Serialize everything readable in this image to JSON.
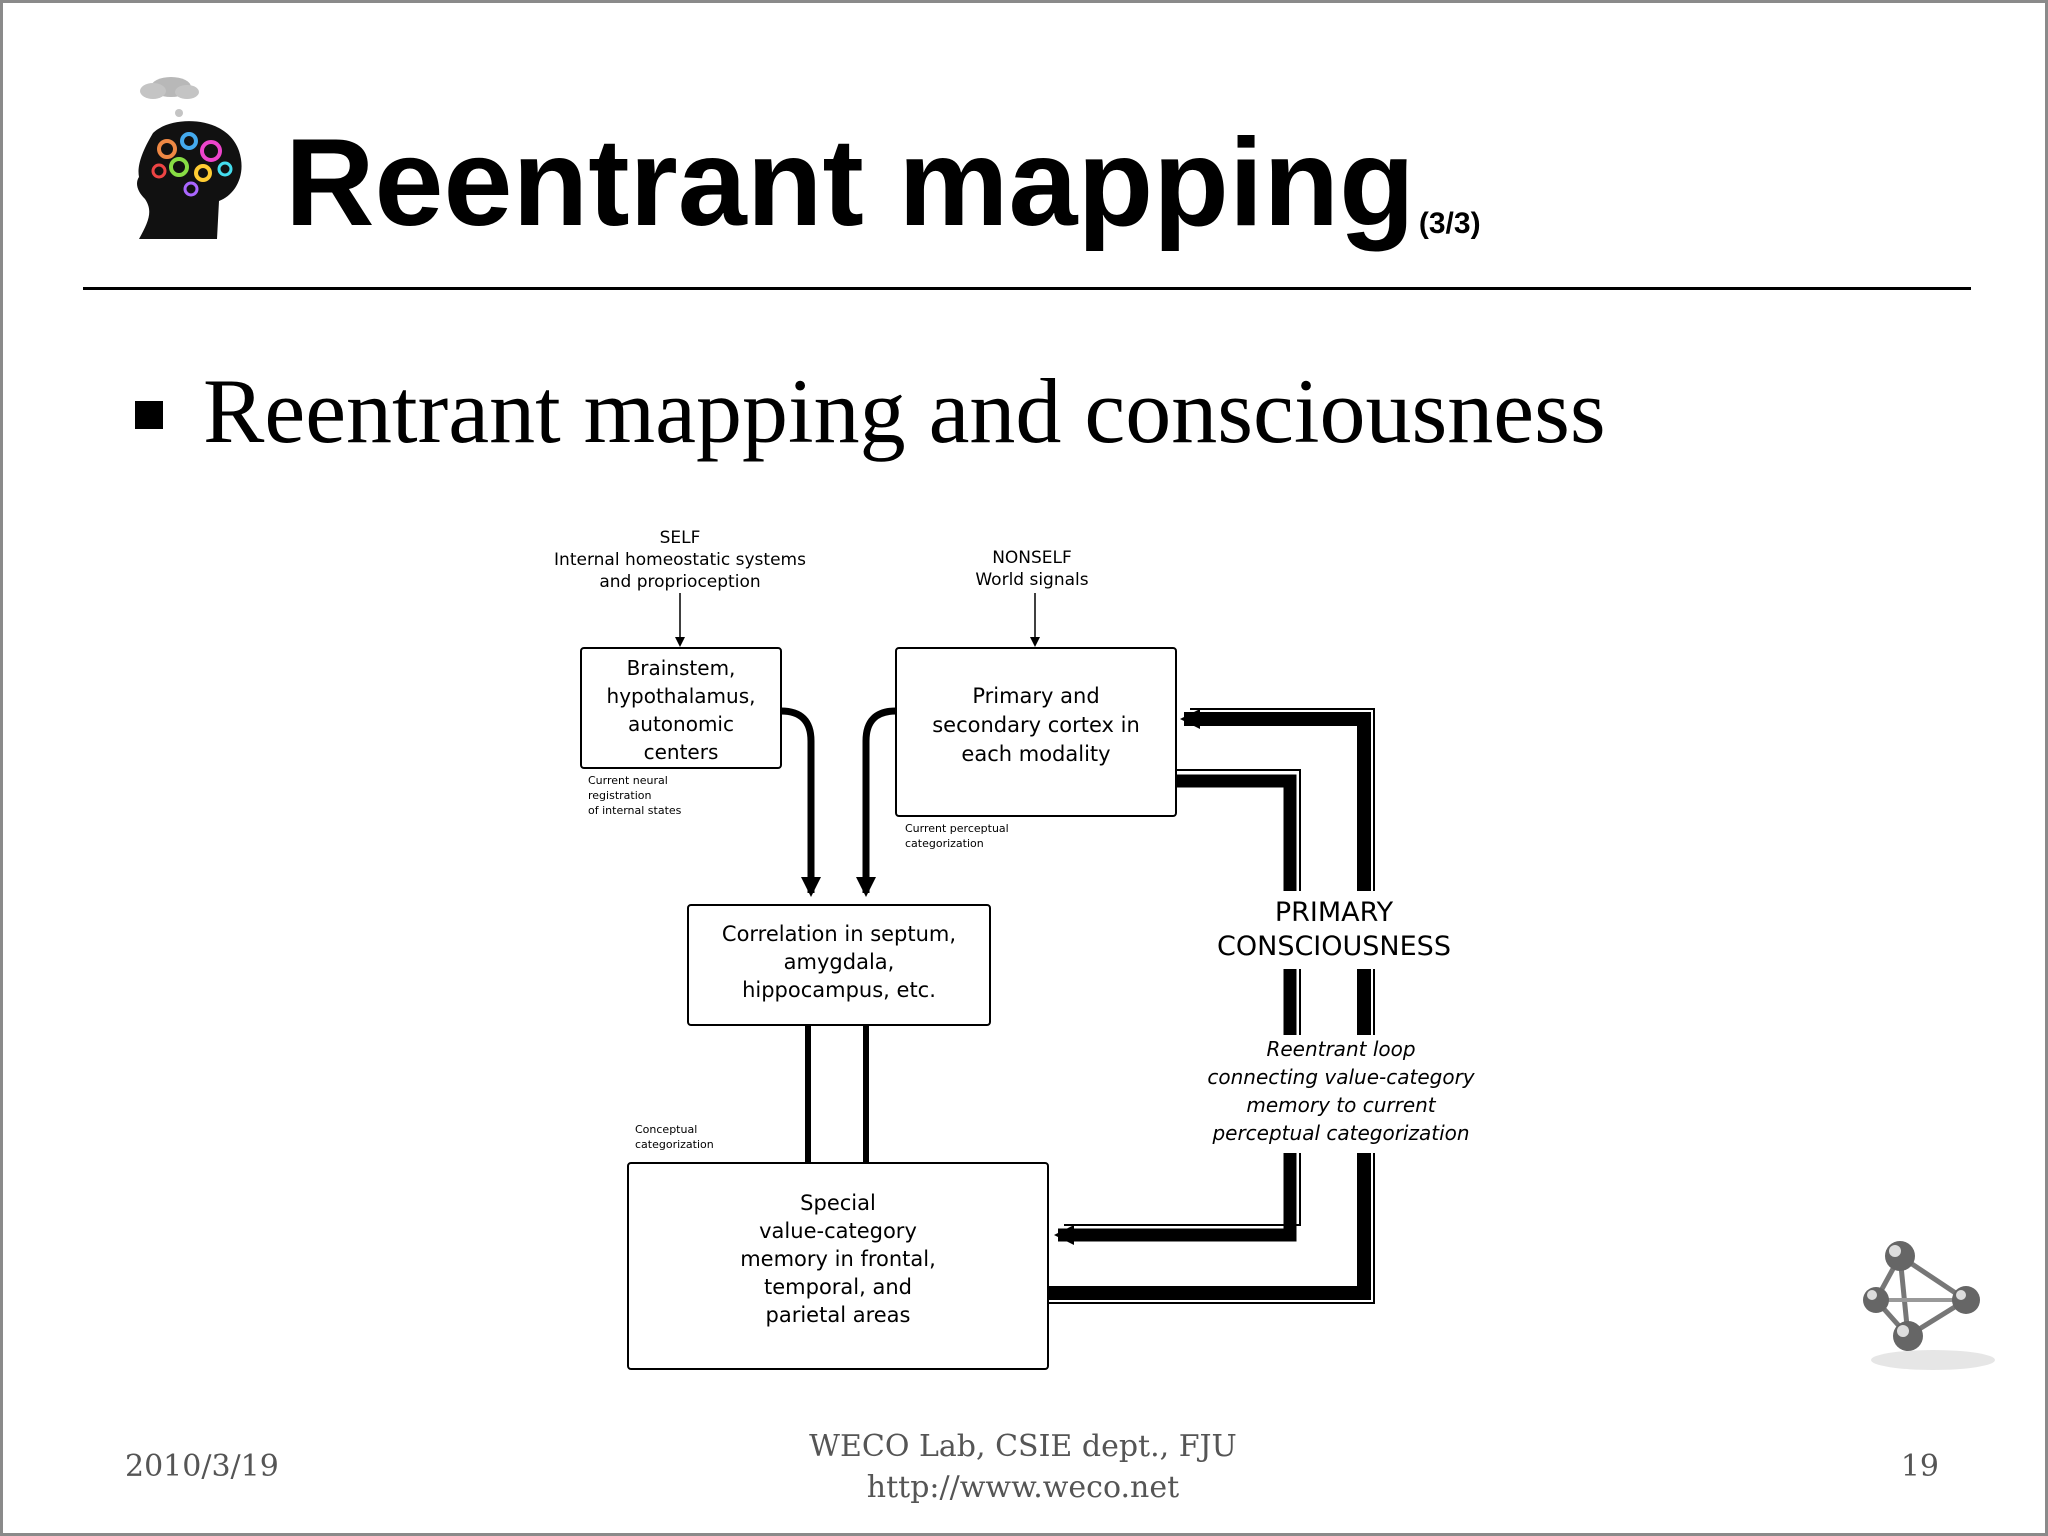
{
  "slide": {
    "title": "Reentrant mapping",
    "title_suffix": "(3/3)",
    "bullet": "Reentrant mapping and consciousness"
  },
  "diagram": {
    "self_source": [
      "SELF",
      "Internal homeostatic systems",
      "and proprioception"
    ],
    "nonself_source": [
      "NONSELF",
      "World signals"
    ],
    "brainstem_box": [
      "Brainstem,",
      "hypothalamus,",
      "autonomic",
      "centers"
    ],
    "brainstem_caption": [
      "Current neural",
      "registration",
      "of internal states"
    ],
    "cortex_box": [
      "Primary and",
      "secondary cortex in",
      "each modality"
    ],
    "cortex_caption": [
      "Current perceptual",
      "categorization"
    ],
    "correlation_box": [
      "Correlation in septum,",
      "amygdala,",
      "hippocampus, etc."
    ],
    "conceptual_caption": [
      "Conceptual",
      "categorization"
    ],
    "memory_box": [
      "Special",
      "value-category",
      "memory in frontal,",
      "temporal, and",
      "parietal areas"
    ],
    "primary_label": [
      "PRIMARY",
      "CONSCIOUSNESS"
    ],
    "loop_caption": [
      "Reentrant loop",
      "connecting value-category",
      "memory to current",
      "perceptual categorization"
    ]
  },
  "footer": {
    "date": "2010/3/19",
    "lab": "WECO Lab, CSIE dept., FJU",
    "url": "http://www.weco.net",
    "page": "19"
  }
}
